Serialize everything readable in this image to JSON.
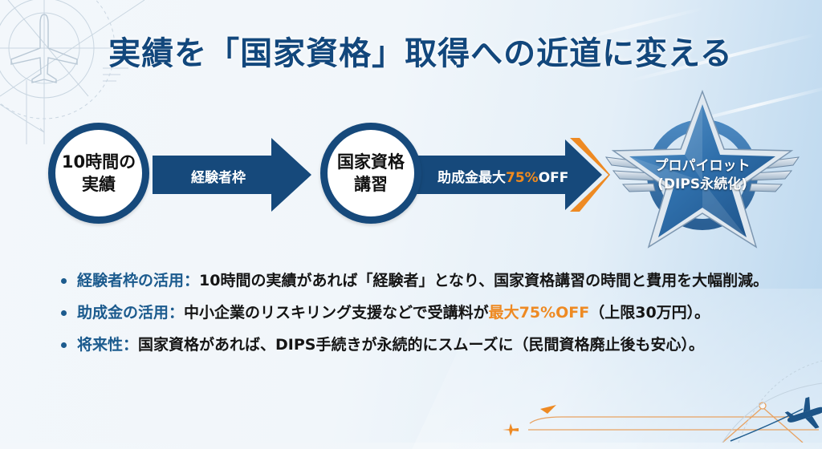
{
  "title": "実績を「国家資格」取得への近道に変える",
  "colors": {
    "primary_navy": "#16497b",
    "accent_orange": "#ef8a1e",
    "heading_blue": "#1c5b8e",
    "text_dark": "#151515"
  },
  "flow": {
    "steps": [
      {
        "line1": "10時間の",
        "line2": "実績"
      },
      {
        "line1": "国家資格",
        "line2": "講習"
      }
    ],
    "arrows": [
      {
        "label": "経験者枠"
      },
      {
        "label_prefix": "助成金最大",
        "label_highlight": "75%",
        "label_suffix": "OFF"
      }
    ],
    "goal": {
      "line1": "プロパイロット",
      "line2": "(DIPS永続化)",
      "icon": "winged-star-badge"
    }
  },
  "bullets": [
    {
      "heading": "経験者枠の活用：",
      "text": "10時間の実績があれば「経験者」となり、国家資格講習の時間と費用を大幅削減。"
    },
    {
      "heading": "助成金の活用：",
      "text_before": "中小企業のリスキリング支援などで受講料が",
      "emphasis": "最大75%OFF",
      "text_after": "（上限30万円）。"
    },
    {
      "heading": "将来性：",
      "text": "国家資格があれば、DIPS手続きが永続的にスムーズに（民間資格廃止後も安心）。"
    }
  ],
  "decorations": {
    "top_left": "airplane-compass-icon",
    "bottom_right": "airplane-icon",
    "bottom_center": "flight-path-lines"
  }
}
